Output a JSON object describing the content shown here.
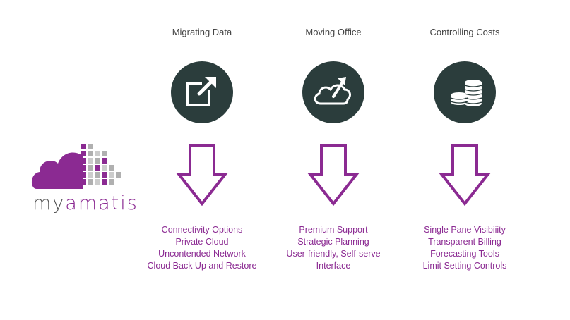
{
  "logo": {
    "name_prefix": "my",
    "name_suffix": "amatis",
    "brand_color": "#8b2a92",
    "gray_color": "#555555"
  },
  "columns": [
    {
      "title": "Migrating Data",
      "icon": "external-link-icon",
      "features": [
        "Connectivity Options",
        "Private Cloud",
        "Uncontended Network",
        "Cloud Back Up and Restore"
      ]
    },
    {
      "title": "Moving Office",
      "icon": "cloud-upload-icon",
      "features": [
        "Premium Support",
        "Strategic Planning",
        "User-friendly, Self-serve",
        "Interface"
      ]
    },
    {
      "title": "Controlling Costs",
      "icon": "coin-stack-icon",
      "features": [
        "Single Pane Visibiiity",
        "Transparent Billing",
        "Forecasting Tools",
        "Limit Setting Controls"
      ]
    }
  ],
  "colors": {
    "icon_circle": "#2b3d3c",
    "arrow": "#8b2a92",
    "feature_text": "#8b2a92",
    "title_text": "#444444"
  }
}
